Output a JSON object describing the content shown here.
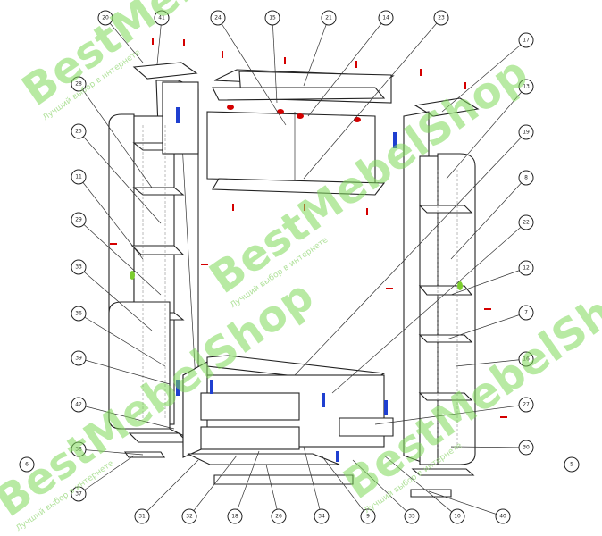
{
  "diagram": {
    "callouts": [
      {
        "label": "20"
      },
      {
        "label": "41"
      },
      {
        "label": "24"
      },
      {
        "label": "15"
      },
      {
        "label": "21"
      },
      {
        "label": "14"
      },
      {
        "label": "23"
      },
      {
        "label": "17"
      },
      {
        "label": "13"
      },
      {
        "label": "19"
      },
      {
        "label": "8"
      },
      {
        "label": "22"
      },
      {
        "label": "12"
      },
      {
        "label": "7"
      },
      {
        "label": "16"
      },
      {
        "label": "27"
      },
      {
        "label": "30"
      },
      {
        "label": "28"
      },
      {
        "label": "25"
      },
      {
        "label": "11"
      },
      {
        "label": "29"
      },
      {
        "label": "33"
      },
      {
        "label": "36"
      },
      {
        "label": "39"
      },
      {
        "label": "42"
      },
      {
        "label": "38"
      },
      {
        "label": "37"
      },
      {
        "label": "31"
      },
      {
        "label": "32"
      },
      {
        "label": "18"
      },
      {
        "label": "26"
      },
      {
        "label": "34"
      },
      {
        "label": "9"
      },
      {
        "label": "35"
      },
      {
        "label": "10"
      },
      {
        "label": "40"
      },
      {
        "label": "6"
      },
      {
        "label": "5"
      }
    ],
    "watermark": {
      "brand": "BestMebelShop",
      "tagline": "Лучший выбор в интернете"
    }
  }
}
